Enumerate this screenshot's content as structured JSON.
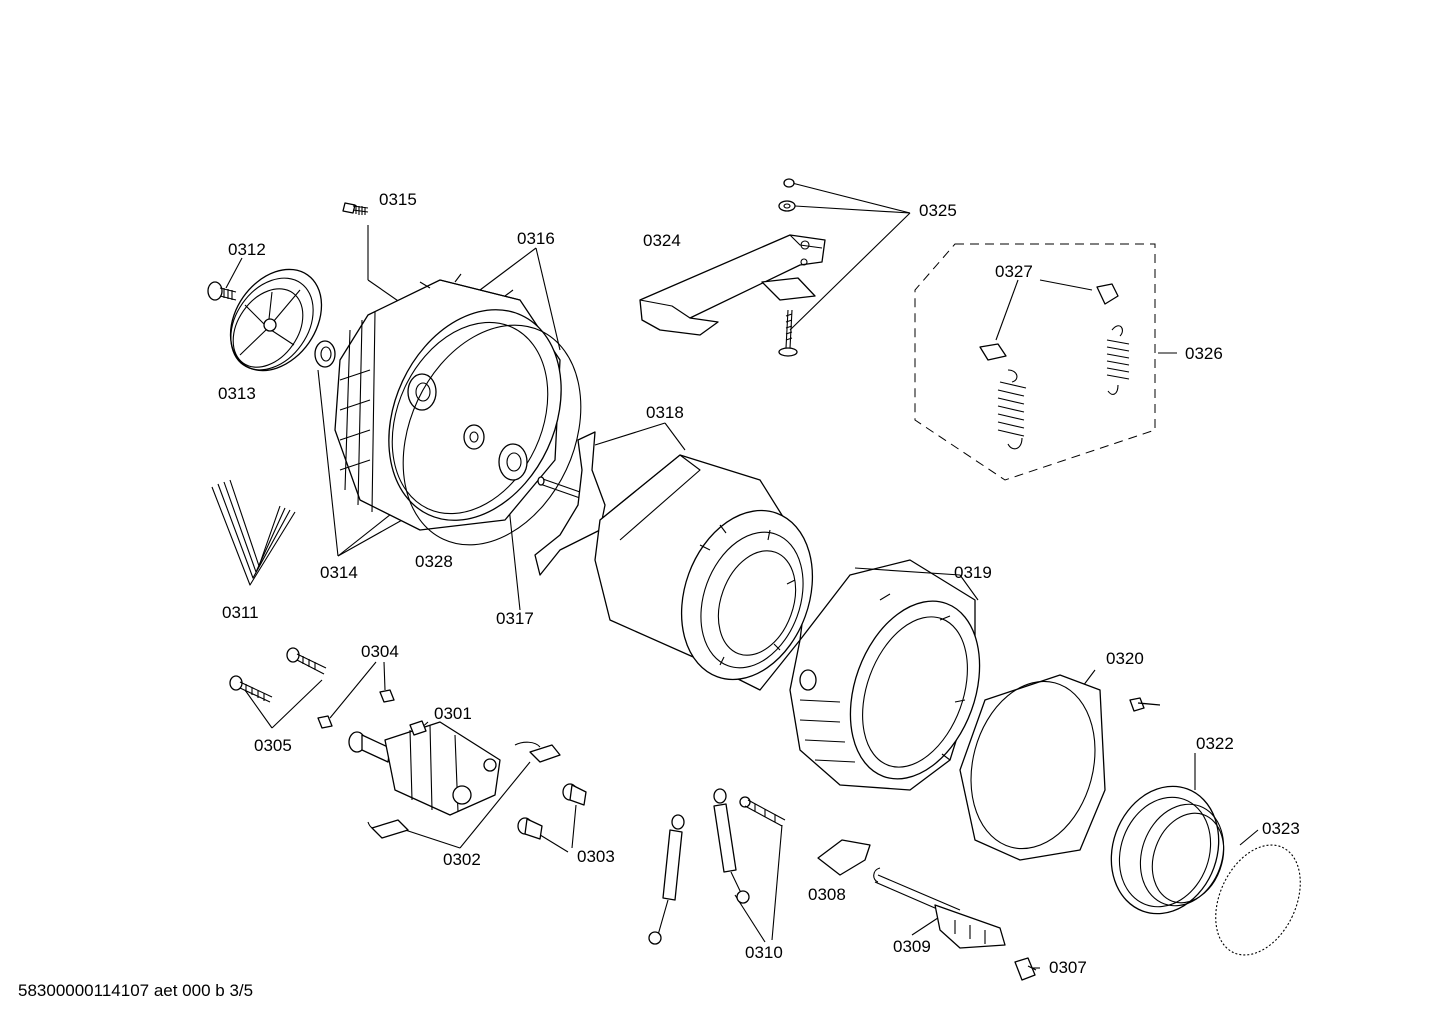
{
  "document_id": "58300000114107 aet 000 b 3/5",
  "labels": {
    "p0301": "0301",
    "p0302": "0302",
    "p0303": "0303",
    "p0304": "0304",
    "p0305": "0305",
    "p0307": "0307",
    "p0308": "0308",
    "p0309": "0309",
    "p0310": "0310",
    "p0311": "0311",
    "p0312": "0312",
    "p0313": "0313",
    "p0314": "0314",
    "p0315": "0315",
    "p0316": "0316",
    "p0317": "0317",
    "p0318": "0318",
    "p0319": "0319",
    "p0320": "0320",
    "p0322": "0322",
    "p0323": "0323",
    "p0324": "0324",
    "p0325": "0325",
    "p0326": "0326",
    "p0327": "0327",
    "p0328": "0328"
  }
}
